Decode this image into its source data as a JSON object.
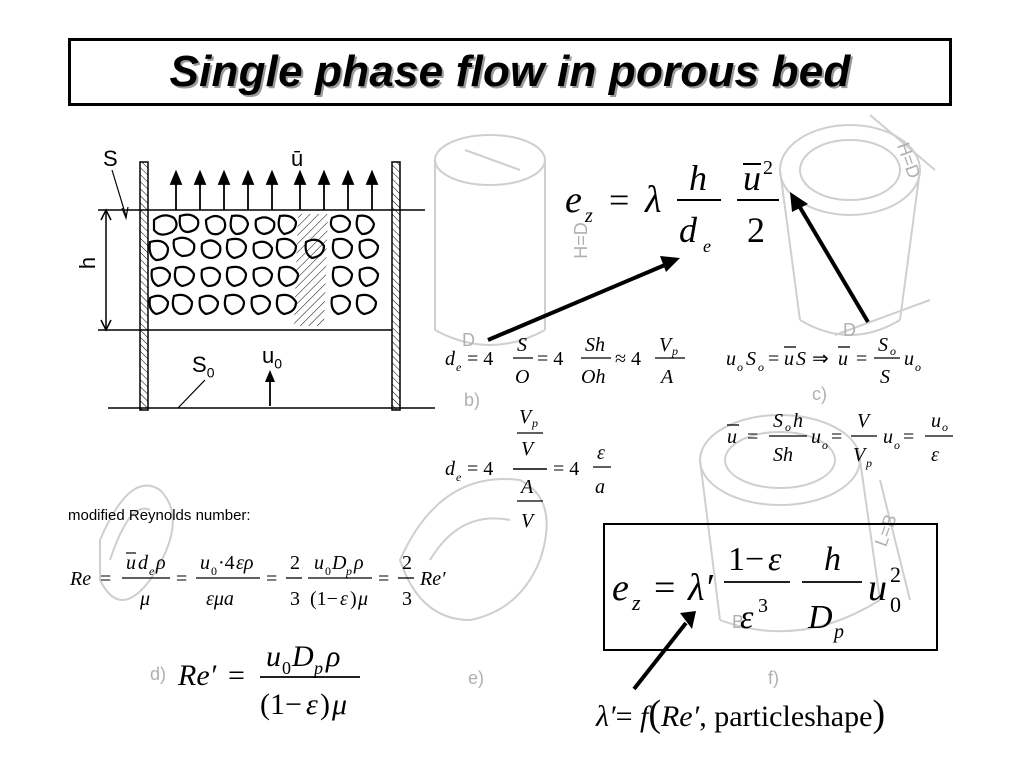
{
  "title": "Single phase flow in porous bed",
  "figure": {
    "label_S": "S",
    "label_u_bar": "ū",
    "label_h": "h",
    "label_S0_base": "S",
    "label_S0_sub": "0",
    "label_u0_base": "u",
    "label_u0_sub": "0"
  },
  "panel_labels": {
    "b": "b)",
    "c": "c)",
    "d": "d)",
    "e": "e)",
    "f": "f)",
    "hd": "H=D",
    "d_small": "D",
    "lb": "L=B",
    "b_small": "B"
  },
  "reynolds_label": "modified Reynolds number:",
  "lambda_relation_text": "particleshape",
  "colors": {
    "background": "#ffffff",
    "ink": "#000000",
    "faint_drawing": "#c8c8c8",
    "title_shadow": "#9a9a9a"
  }
}
